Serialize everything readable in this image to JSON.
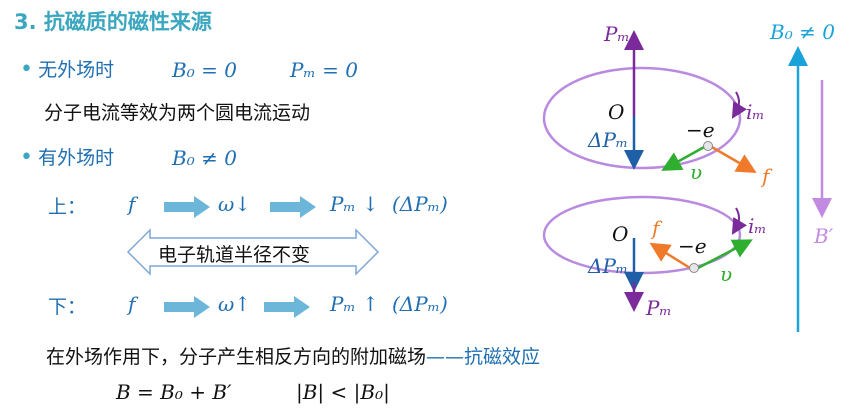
{
  "title": "3. 抗磁质的磁性来源",
  "no_field": {
    "label": "无外场时",
    "eq1": "B₀ = 0",
    "eq2": "Pₘ = 0",
    "desc": "分子电流等效为两个圆电流运动"
  },
  "with_field": {
    "label": "有外场时",
    "eq": "B₀ ≠ 0"
  },
  "upper": {
    "label": "上：",
    "f": "f",
    "omega": "ω↓",
    "pm": "Pₘ ↓",
    "dpm": "(ΔPₘ)"
  },
  "box_text": "电子轨道半径不变",
  "lower": {
    "label": "下：",
    "f": "f",
    "omega": "ω↑",
    "pm": "Pₘ ↑",
    "dpm": "(ΔPₘ)"
  },
  "conclusion": {
    "text": "在外场作用下，分子产生相反方向的附加磁场",
    "dash": "——",
    "effect": "抗磁效应"
  },
  "formula1": "B = B₀ + B′",
  "formula2": "|B| < |B₀|",
  "diagram": {
    "top_pm": "Pₘ",
    "top_O": "O",
    "top_dpm": "ΔPₘ",
    "top_e": "−e",
    "top_im": "iₘ",
    "top_v": "υ",
    "top_f": "f",
    "bot_O": "O",
    "bot_f": "f",
    "bot_e": "−e",
    "bot_im": "iₘ",
    "bot_dpm": "ΔPₘ",
    "bot_v": "υ",
    "bot_pm": "Pₘ",
    "b0_label": "B₀ ≠ 0",
    "bprime_label": "B′"
  },
  "colors": {
    "title": "#3aa6bf",
    "text_blue": "#1f6fb2",
    "purple": "#7a2a9a",
    "orbit": "#b98ae0",
    "green": "#2fae2f",
    "orange": "#f07a2a",
    "cyan": "#1aa3d8",
    "light_purple": "#c08be0",
    "arrow_fill": "#6cb6da"
  }
}
